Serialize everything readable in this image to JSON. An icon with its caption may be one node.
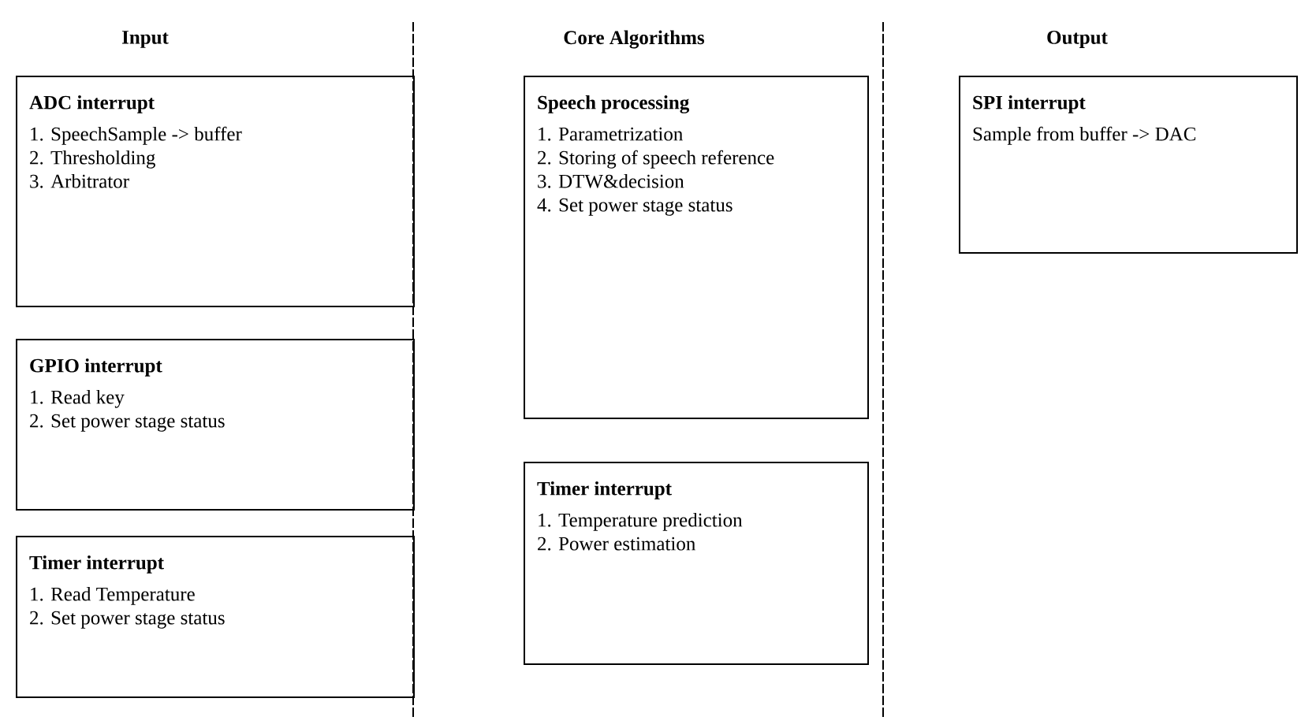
{
  "diagram": {
    "nodes": [
      {
        "text": [
          "ADC interrupt",
          "1. SpeechSample -> buffer",
          "2. Thresholding",
          "3. Arbitrator"
        ]
      },
      {
        "text": [
          "GPIO interrupt",
          "1. Read key",
          "2. Set power stage status"
        ]
      },
      {
        "text": [
          "Timer interrupt",
          "1. Read Temperature",
          "2. Set power stage status"
        ]
      },
      {
        "text": [
          "Speech processing",
          "1. Parametrization",
          "2. Storing of speech reference",
          "3. DTW&decision",
          "4. Set power stage status"
        ]
      },
      {
        "text": [
          "Timer interrupt",
          "1. Temperature prediction",
          "2. Power estimation"
        ]
      },
      {
        "text": [
          "SPI interrupt",
          "Sample from buffer -> DAC"
        ]
      }
    ],
    "labels": [
      "Input",
      "Core Algorithms",
      "Output"
    ]
  }
}
